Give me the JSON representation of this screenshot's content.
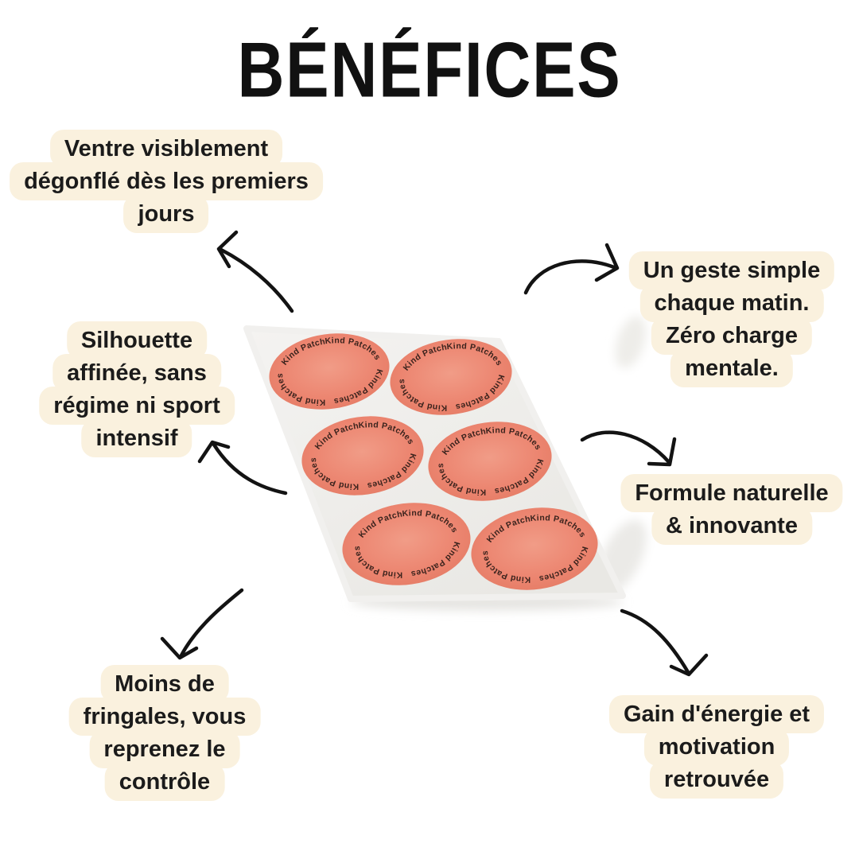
{
  "title": "BÉNÉFICES",
  "product": {
    "label": "Kind Patches",
    "patch_count": 6,
    "ring_text": "Kind Patches   Kind Patches   Kind Patches   Kind Patches"
  },
  "callouts": {
    "top_left": {
      "lines": [
        "Ventre visiblement",
        "dégonflé dès les premiers",
        "jours"
      ]
    },
    "mid_left": {
      "lines": [
        "Silhouette",
        "affinée, sans",
        "régime ni sport",
        "intensif"
      ]
    },
    "bottom_left": {
      "lines": [
        "Moins de",
        "fringales, vous",
        "reprenez le",
        "contrôle"
      ]
    },
    "top_right": {
      "lines": [
        "Un geste simple",
        "chaque matin.",
        "Zéro charge",
        "mentale."
      ]
    },
    "mid_right": {
      "lines": [
        "Formule naturelle",
        "& innovante"
      ]
    },
    "bottom_right": {
      "lines": [
        "Gain d'énergie et",
        "motivation",
        "retrouvée"
      ]
    }
  },
  "colors": {
    "background": "#ffffff",
    "callout_bg": "#faf1de",
    "text": "#1b1b1b",
    "patch": "#ec8570",
    "patch_ring_text": "#3b231d",
    "sheet": "#f0efec",
    "arrow": "#131313"
  }
}
